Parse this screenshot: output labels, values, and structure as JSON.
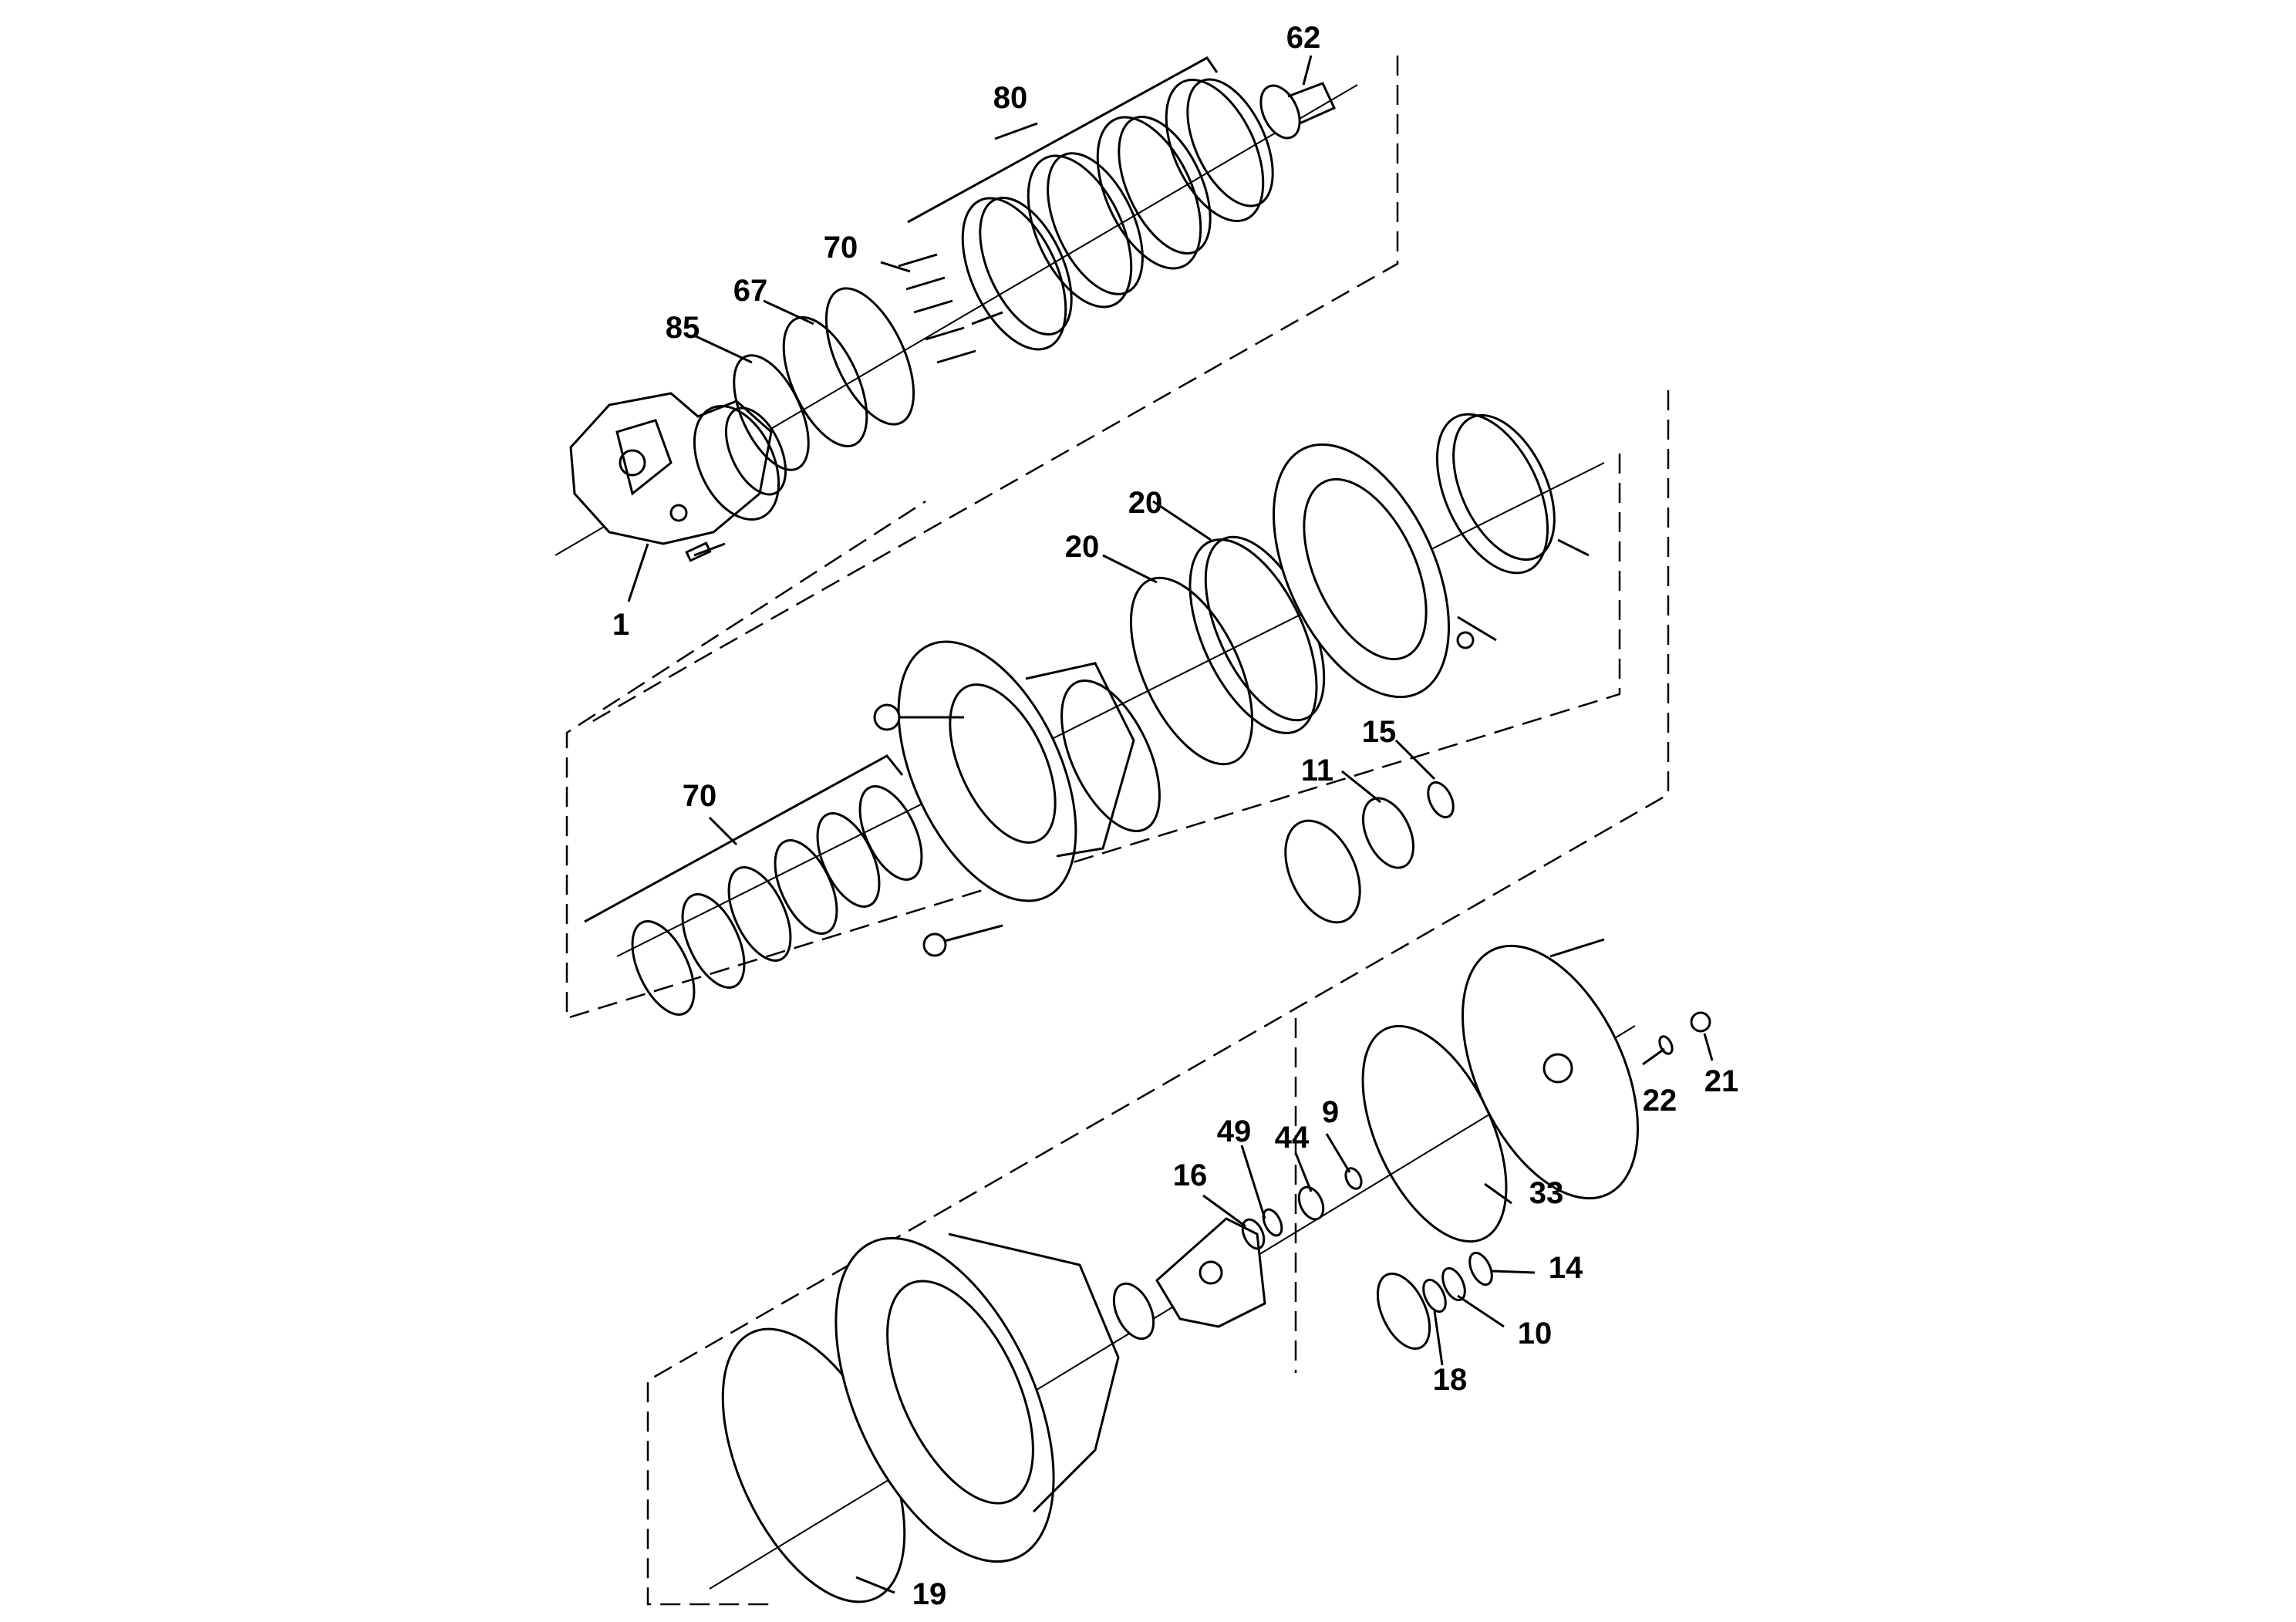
{
  "callouts": {
    "c62": "62",
    "c80": "80",
    "c70_top": "70",
    "c67": "67",
    "c85": "85",
    "c1": "1",
    "c20_a": "20",
    "c20_b": "20",
    "c15": "15",
    "c11": "11",
    "c70_mid": "70",
    "c9": "9",
    "c49": "49",
    "c44": "44",
    "c16": "16",
    "c22": "22",
    "c21": "21",
    "c33": "33",
    "c14": "14",
    "c10": "10",
    "c18": "18",
    "c19": "19"
  }
}
